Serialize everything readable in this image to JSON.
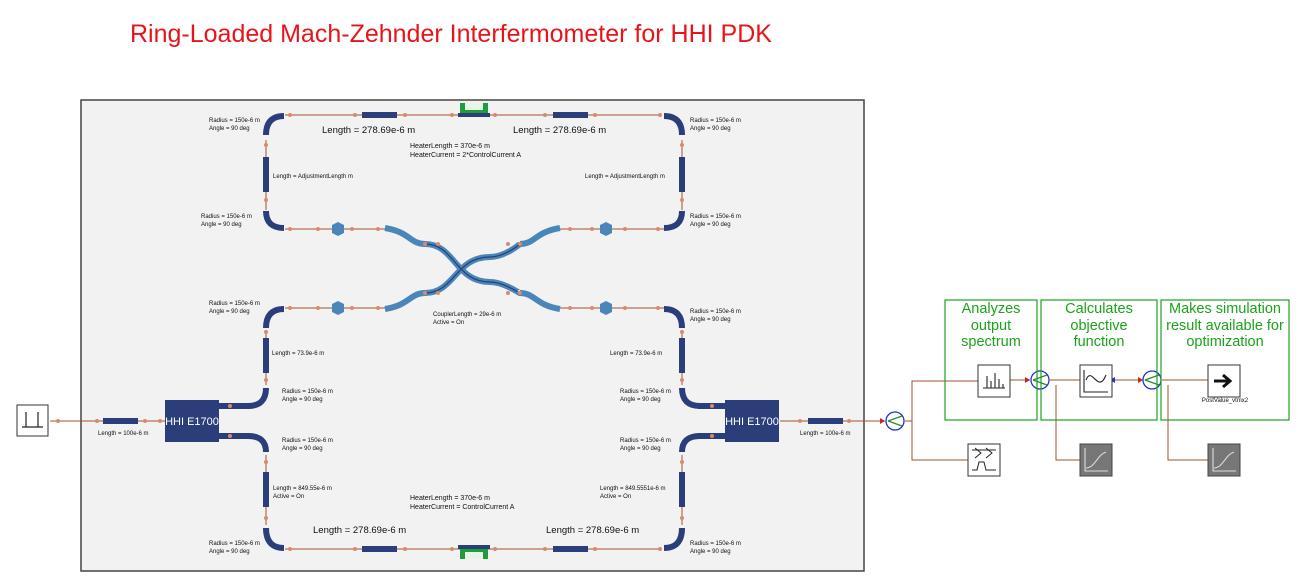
{
  "title": "Ring-Loaded Mach-Zehnder Interfermometer for HHI PDK",
  "labels": {
    "bend_radius": "Radius = 150e-6 m",
    "bend_angle": "Angle = 90 deg",
    "len_top": "Length = 278.69e-6 m",
    "len_bottom": "Length = 278.69e-6 m",
    "heater_top_length": "HeaterLength = 370e-6 m",
    "heater_top_current": "HeaterCurrent = 2*ControlCurrent A",
    "heater_bot_length": "HeaterLength = 370e-6 m",
    "heater_bot_current": "HeaterCurrent = ControlCurrent A",
    "adjust_length": "Length = AdjustmentLength m",
    "coupler_length": "CouplerLength = 29e-6 m",
    "coupler_active": "Active = On",
    "len_73": "Length = 73.9e-6 m",
    "len_100": "Length = 100e-6 m",
    "len_849_left": "Length = 849.55e-6 m",
    "len_849_right": "Length = 849.5551e-6 m",
    "active_on": "Active = On",
    "mmi_left": "HHI E1700",
    "mmi_right": "HHI E1700",
    "postvalue": "PostValue_vtmx2"
  },
  "boxes": {
    "analyzes": [
      "Analyzes",
      "output",
      "spectrum"
    ],
    "calculates": [
      "Calculates",
      "objective",
      "function"
    ],
    "makes": [
      "Makes simulation",
      "result available for",
      "optimization"
    ]
  },
  "colors": {
    "title": "#e8141a",
    "component": "#2b3e7a",
    "coupler": "#4a86b8",
    "heater": "#1e9e3a",
    "green_box": "#1aa31a",
    "wire": "#a0522d"
  }
}
